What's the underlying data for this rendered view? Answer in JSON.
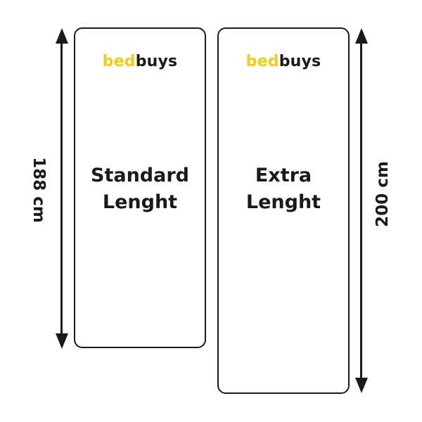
{
  "colors": {
    "logo_accent": "#f5cc14",
    "ink": "#1a1a1a",
    "background": "#ffffff"
  },
  "mattresses": [
    {
      "logo": {
        "part1": "bed",
        "part2": "buys"
      },
      "label_lines": [
        "Standard",
        "Lenght"
      ]
    },
    {
      "logo": {
        "part1": "bed",
        "part2": "buys"
      },
      "label_lines": [
        "Extra",
        "Lenght"
      ]
    }
  ],
  "dimensions": {
    "standard": {
      "value": 188,
      "unit": "cm",
      "text": "188 cm"
    },
    "extra": {
      "value": 200,
      "unit": "cm",
      "text": "200 cm"
    }
  }
}
